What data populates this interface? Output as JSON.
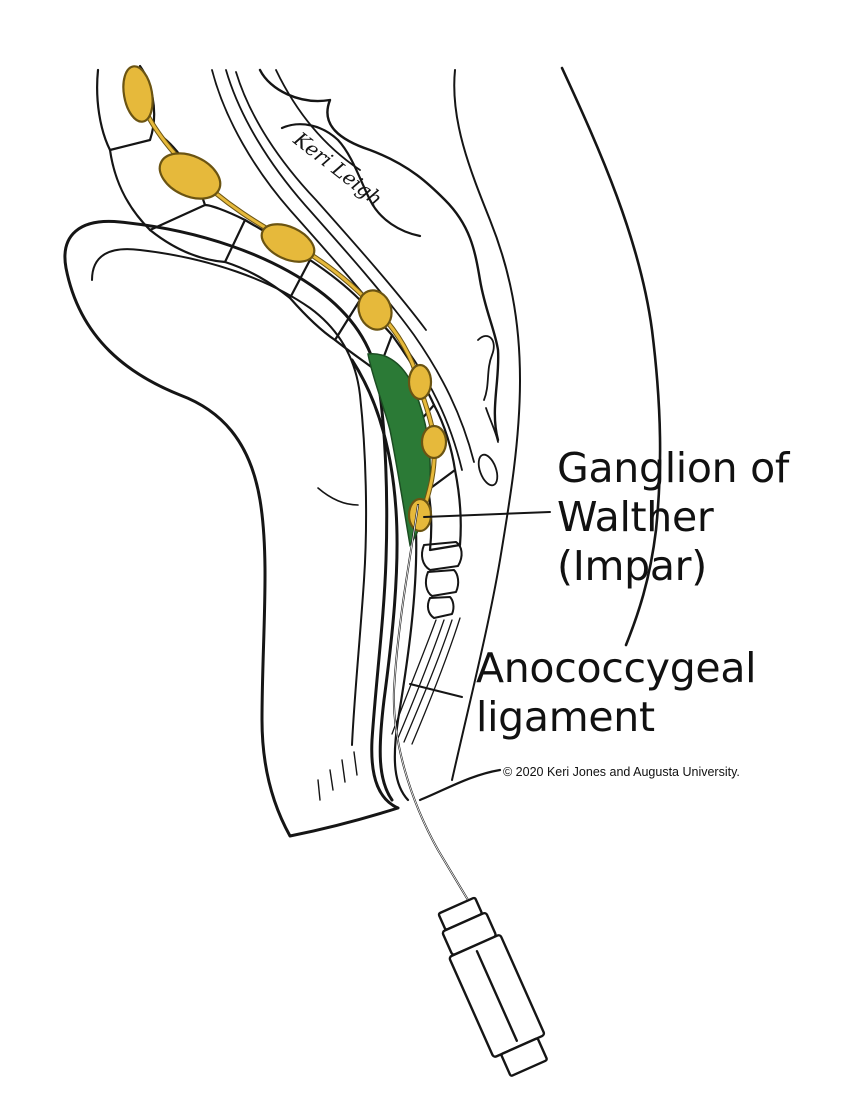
{
  "labels": {
    "ganglion": [
      "Ganglion of",
      "Walther",
      "(Impar)"
    ],
    "anococcygeal": [
      "Anococcygeal",
      "ligament"
    ]
  },
  "copyright": "© 2020 Keri Jones and Augusta University.",
  "signature": "Keri Leigh",
  "colors": {
    "ganglion_fill": "#e6b93b",
    "ganglion_stroke": "#6b5412",
    "presacral_space": "#2b7a36",
    "ink": "#151515",
    "background": "#ffffff"
  }
}
